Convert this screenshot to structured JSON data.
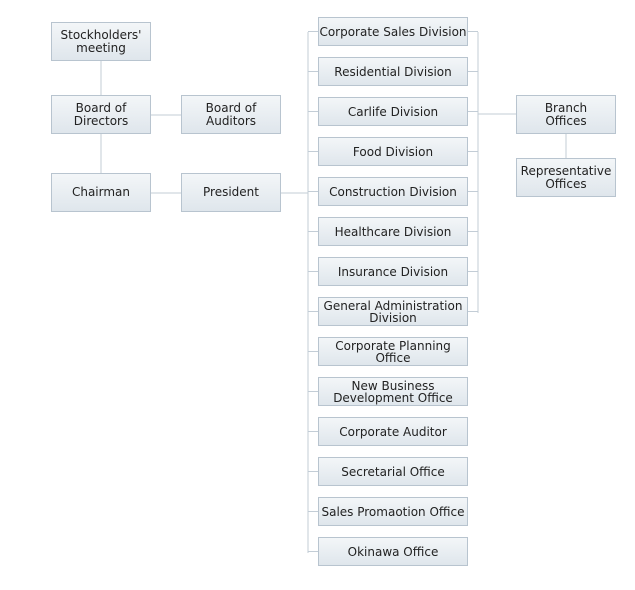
{
  "nodes": {
    "stockholders": "Stockholders'\nmeeting",
    "board_directors": "Board of\nDirectors",
    "board_auditors": "Board of\nAuditors",
    "chairman": "Chairman",
    "president": "President",
    "branch_offices": "Branch\nOffices",
    "representative_offices": "Representative\nOffices"
  },
  "units": [
    "Corporate Sales Division",
    "Residential Division",
    "Carlife Division",
    "Food Division",
    "Construction Division",
    "Healthcare Division",
    "Insurance Division",
    "General Administration\nDivision",
    "Corporate Planning Office",
    "New Business\nDevelopment Office",
    "Corporate Auditor",
    "Secretarial Office",
    "Sales Promaotion Office",
    "Okinawa Office"
  ]
}
